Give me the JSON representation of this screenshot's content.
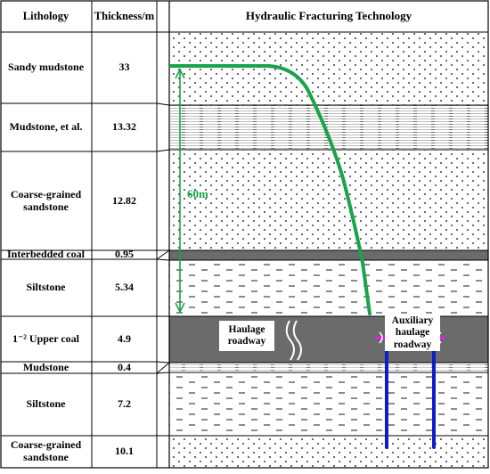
{
  "headers": {
    "lithology": "Lithology",
    "thickness": "Thickness/m",
    "technology": "Hydraulic Fracturing Technology"
  },
  "rows": [
    {
      "lithology": "Sandy mudstone",
      "thickness": "33",
      "pattern": "dots"
    },
    {
      "lithology": "Mudstone, et al.",
      "thickness": "13.32",
      "pattern": "fine-lines"
    },
    {
      "lithology": "Coarse-grained sandstone",
      "thickness": "12.82",
      "pattern": "dots"
    },
    {
      "lithology": "Interbedded coal",
      "thickness": "0.95",
      "pattern": "coal"
    },
    {
      "lithology": "Siltstone",
      "thickness": "5.34",
      "pattern": "dashes"
    },
    {
      "lithology": "1⁻² Upper coal",
      "thickness": "4.9",
      "pattern": "coal"
    },
    {
      "lithology": "Mudstone",
      "thickness": "0.4",
      "pattern": "fine-lines"
    },
    {
      "lithology": "Siltstone",
      "thickness": "7.2",
      "pattern": "dashes"
    },
    {
      "lithology": "Coarse-grained sandstone",
      "thickness": "10.1",
      "pattern": "dots"
    }
  ],
  "annotations": {
    "distance": "60m",
    "haulage": "Haulage roadway",
    "auxiliary": "Auxiliary haulage roadway"
  },
  "colors": {
    "fracture_line": "#1aa34a",
    "coal_fill": "#6b6b6b",
    "borehole": "#0a1fc8",
    "marker": "#e020e0",
    "grid": "#000000"
  }
}
